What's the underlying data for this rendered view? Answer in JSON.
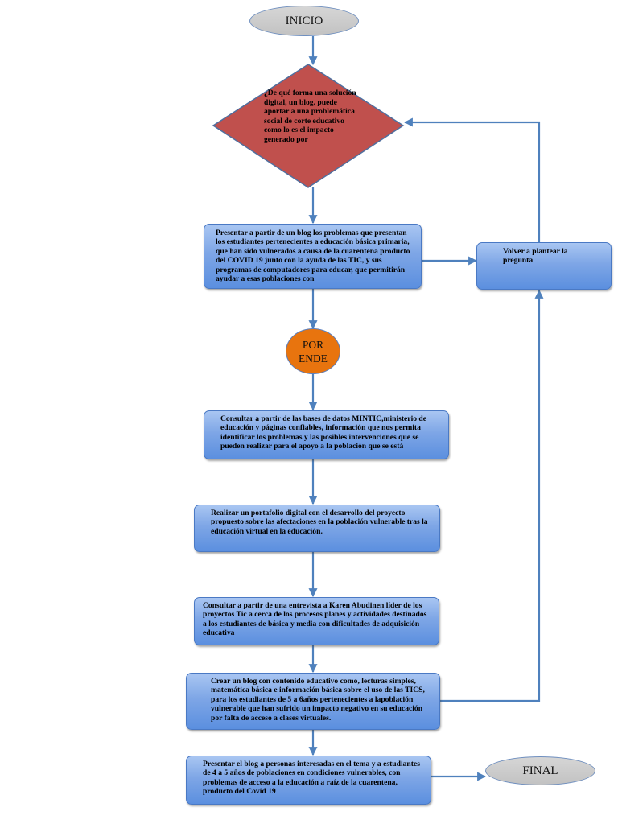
{
  "nodes": {
    "start": "INICIO",
    "question": "¿De qué forma una solución digital, un blog, puede aportar a una problemática social de corte educativo como lo es el impacto generado por",
    "present_problems": "Presentar a partir de un blog los problemas que presentan los estudiantes pertenecientes a educación básica primaria, que han sido vulnerados a causa de la cuarentena producto del COVID 19 junto con la ayuda de las TIC, y sus programas de computadores para educar, que permitirán ayudar a esas poblaciones con",
    "rethink": "Volver a plantear la pregunta",
    "therefore": "POR ENDE",
    "consult_databases": "Consultar a partir de las bases de datos MINTIC,ministerio de educación y páginas confiables, información que nos permita identificar los problemas y las posibles intervenciones que se pueden realizar para el apoyo a la población que se está",
    "portfolio": "Realizar un portafolio digital con el desarrollo del proyecto propuesto sobre las afectaciones en la población vulnerable tras la educación virtual en la educación.",
    "interview": "Consultar a partir de una entrevista a Karen Abudinen líder de los proyectos Tic a cerca de los procesos planes y actividades destinados a los estudiantes de básica y media con dificultades de adquisición educativa",
    "create_blog": "Crear un blog con contenido educativo como, lecturas simples, matemática básica e información básica sobre el uso de las TICS, para los estudiantes de 5 a 6años pertenecientes a lapoblación vulnerable que han sufrido un impacto negativo en su educación por falta de acceso a clases virtuales.",
    "present_blog": "Presentar el blog a personas interesadas en el tema y a estudiantes de 4 a 5 años de poblaciones en condiciones vulnerables, con problemas de acceso a la educación a raíz de la cuarentena, producto del Covid 19",
    "end": "FINAL"
  },
  "colors": {
    "diamond_fill": "#c0504d",
    "circle_fill": "#e8740e",
    "box_fill": "#7ea6e6",
    "ellipse_fill": "#c8c8c8",
    "connector": "#4f81bd"
  }
}
